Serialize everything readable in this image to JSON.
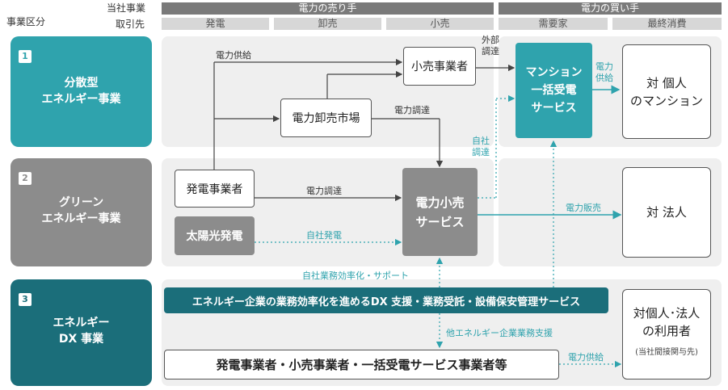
{
  "header": {
    "corner_top": "事業区分",
    "corner_right_top": "当社事業",
    "corner_right_bottom": "取引先",
    "sellers": "電力の売り手",
    "buyers": "電力の買い手",
    "col_generation": "発電",
    "col_wholesale": "卸売",
    "col_retail": "小売",
    "col_consumer": "需要家",
    "col_final": "最終消費"
  },
  "segments": [
    {
      "num": "1",
      "label": "分散型\nエネルギー事業",
      "color": "#2fa3ad"
    },
    {
      "num": "2",
      "label": "グリーン\nエネルギー事業",
      "color": "#8c8c8c"
    },
    {
      "num": "3",
      "label": "エネルギー\nDX 事業",
      "color": "#1b6e7a"
    }
  ],
  "nodes": {
    "retailer": "小売事業者",
    "wholesale_market": "電力卸売市場",
    "generator": "発電事業者",
    "solar": "太陽光発電",
    "retail_service": "電力小売\nサービス",
    "mansion_service": "マンション\n一括受電\nサービス",
    "target_individual_mansion": "対 個人\nのマンション",
    "target_corporate": "対 法人",
    "target_users_title": "対個人･法人\nの利用者",
    "target_users_note": "(当社間接関与先)",
    "dx_banner": "エネルギー企業の業務効率化を進めるDX 支援・業務受託・設備保安管理サービス",
    "dx_clients": "発電事業者・小売事業者・一括受電サービス事業者等"
  },
  "labels": {
    "power_supply_top": "電力供給",
    "external_procure": "外部\n調達",
    "power_supply_teal": "電力\n供給",
    "power_procure_market": "電力調達",
    "self_procure": "自社\n調達",
    "power_procure_gen": "電力調達",
    "self_generation": "自社発電",
    "power_sales": "電力販売",
    "self_efficiency": "自社業務効率化・サポート",
    "other_support": "他エネルギー企業業務支援",
    "power_supply_bottom": "電力供給"
  },
  "colors": {
    "teal": "#2fa3ad",
    "dark_teal": "#1b6e7a",
    "gray": "#8c8c8c",
    "header_dark": "#7a7a7a",
    "header_light": "#d7d7d7",
    "panel": "#efefef"
  }
}
